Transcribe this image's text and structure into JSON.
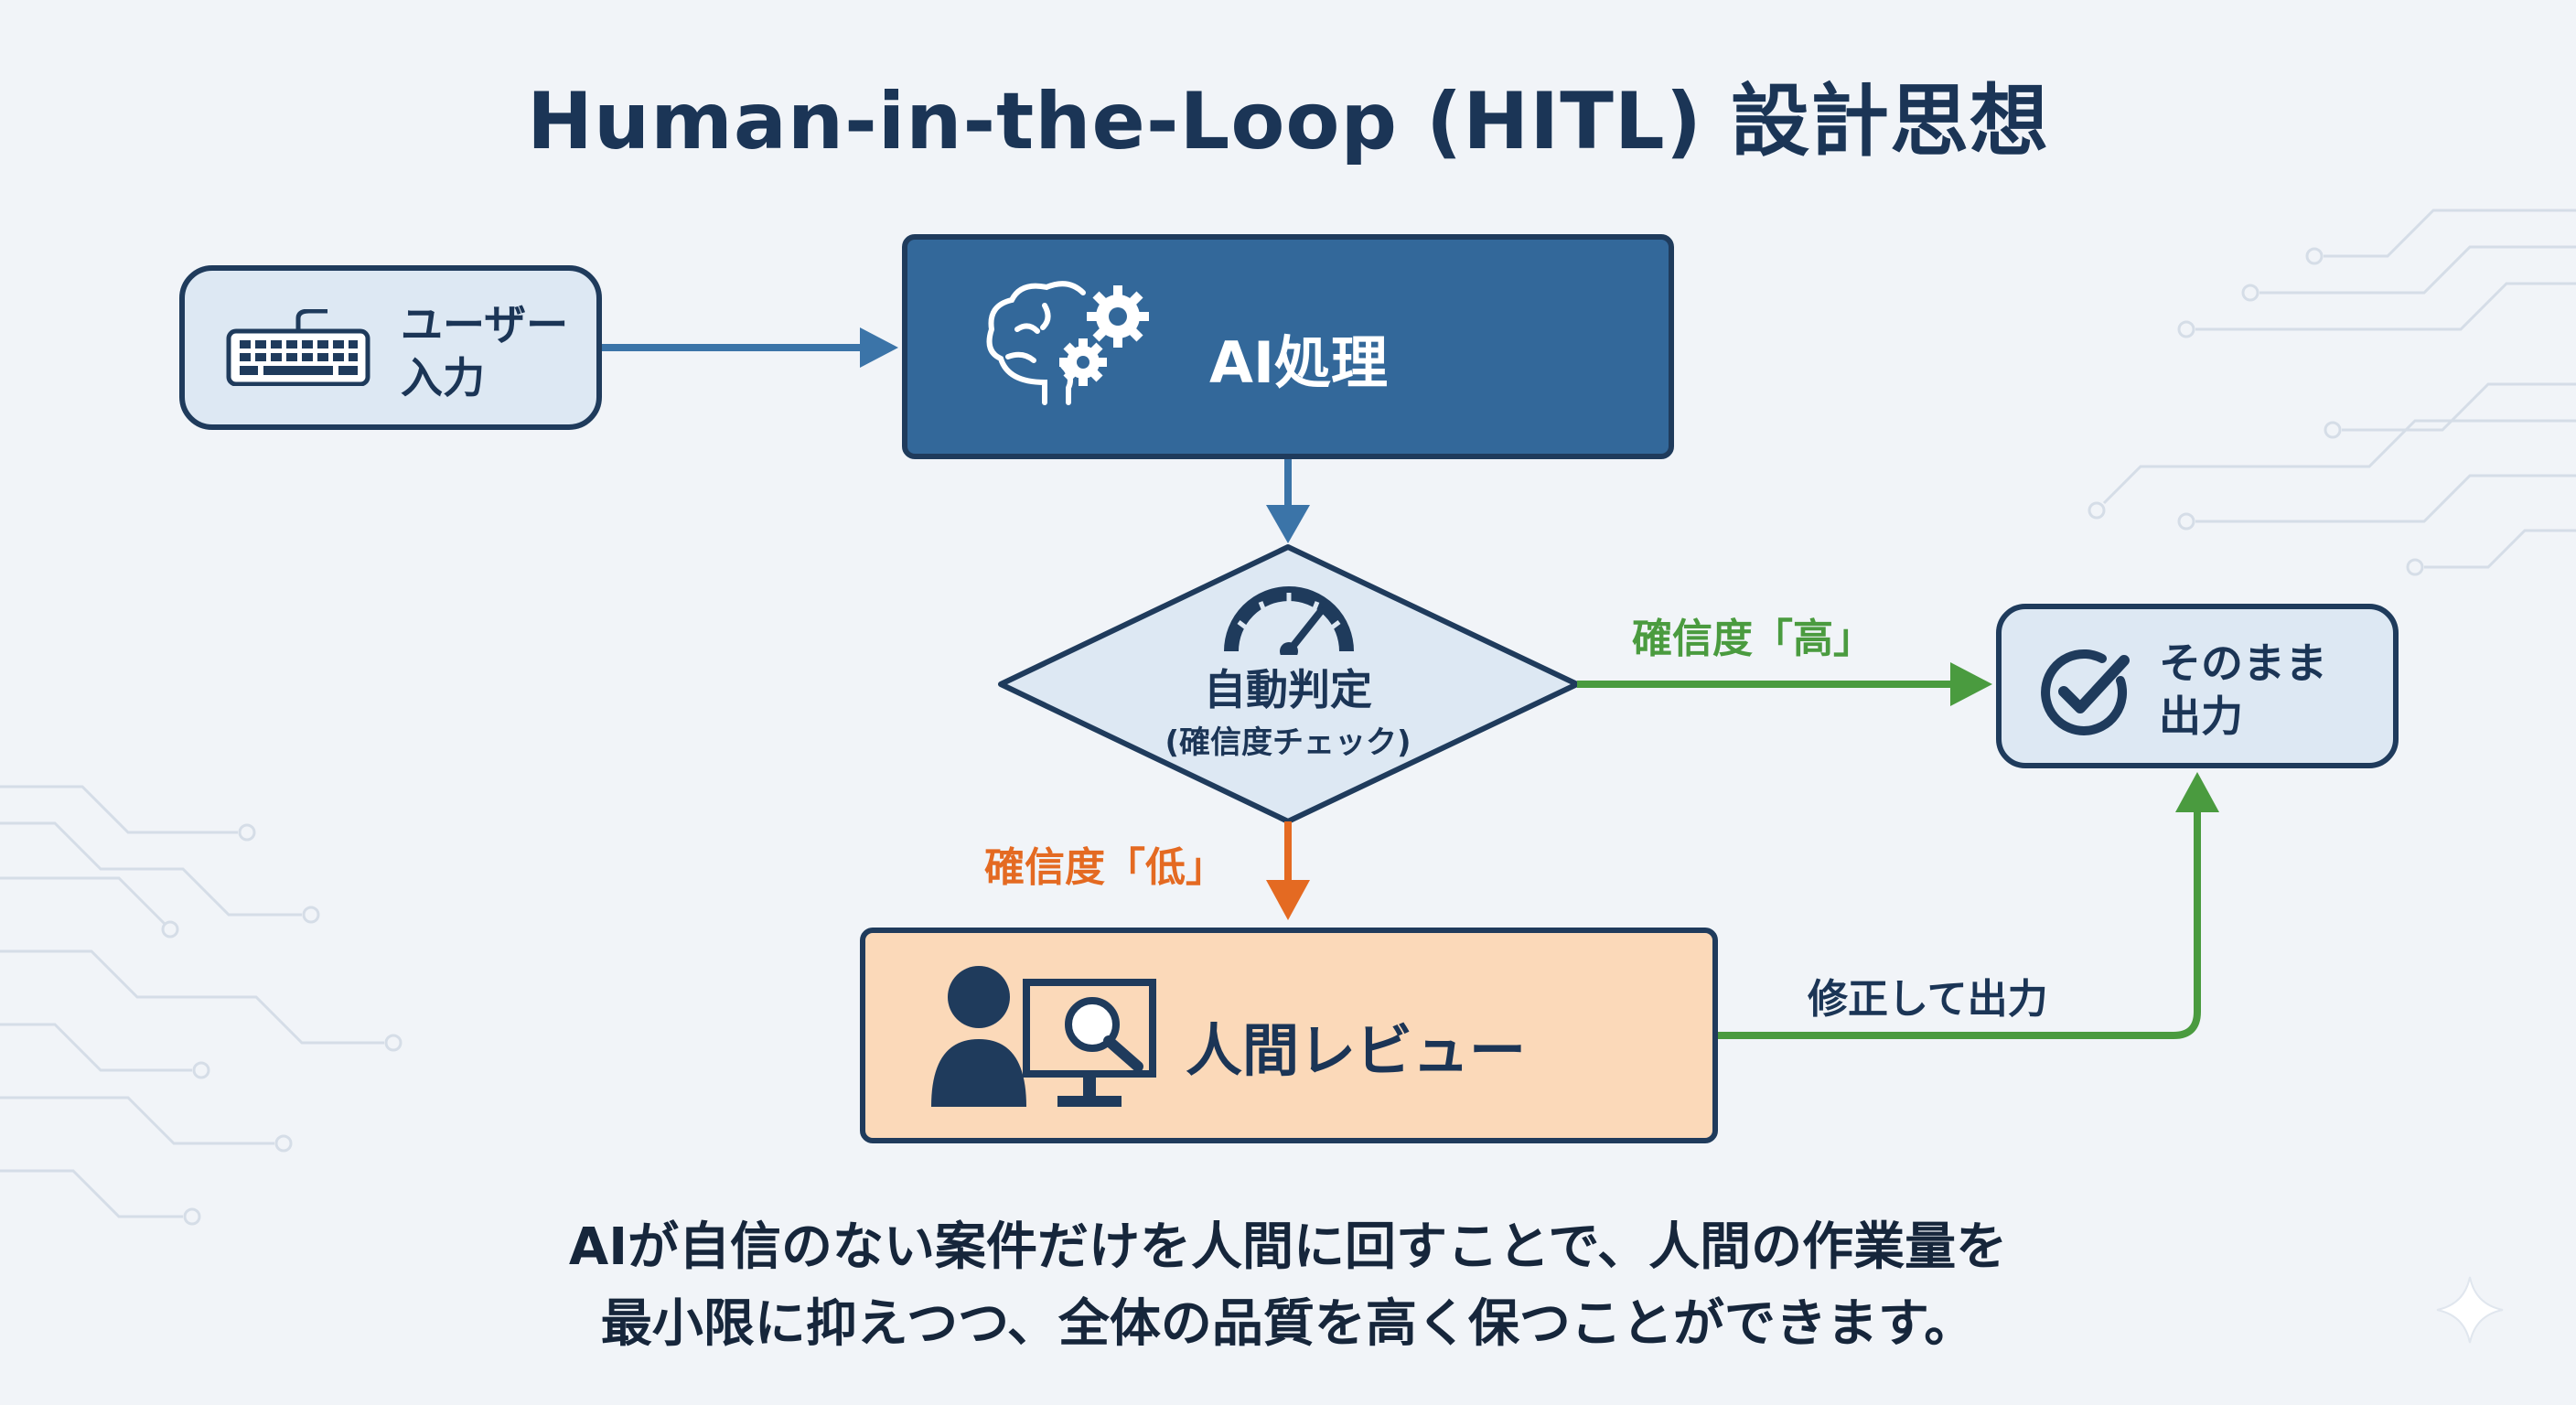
{
  "title": "Human-in-the-Loop (HITL) 設計思想",
  "nodes": {
    "user_input": {
      "label_line1": "ユーザー",
      "label_line2": "入力",
      "icon": "keyboard-icon"
    },
    "ai_process": {
      "label": "AI処理",
      "icon": "brain-gears-icon"
    },
    "auto_judge": {
      "label": "自動判定",
      "sublabel": "(確信度チェック)",
      "icon": "gauge-icon"
    },
    "direct_output": {
      "label_line1": "そのまま",
      "label_line2": "出力",
      "icon": "check-circle-icon"
    },
    "human_review": {
      "label": "人間レビュー",
      "icon": "person-monitor-icon"
    }
  },
  "edges": {
    "high_confidence": {
      "label": "確信度「高」",
      "color": "#4a9b3f"
    },
    "low_confidence": {
      "label": "確信度「低」",
      "color": "#e46a22"
    },
    "corrected_output": {
      "label": "修正して出力",
      "color": "#4a9b3f"
    },
    "main_flow_color": "#3b74a8"
  },
  "caption": {
    "line1": "AIが自信のない案件だけを人間に回すことで、人間の作業量を",
    "line2": "最小限に抑えつつ、全体の品質を高く保つことができます。"
  },
  "colors": {
    "background": "#f1f4f8",
    "navy": "#1f3b5c",
    "ai_fill": "#33689a",
    "light_fill": "#dde8f3",
    "human_fill": "#fbd9b9"
  }
}
